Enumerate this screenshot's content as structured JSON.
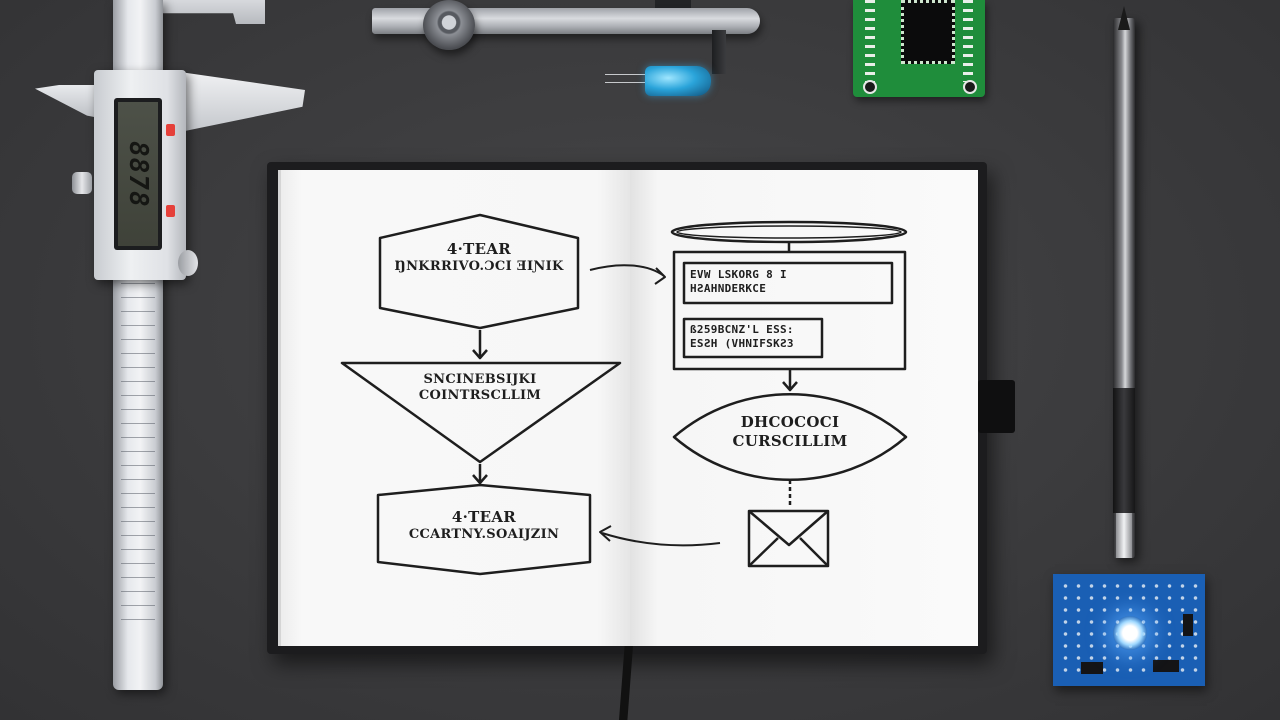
{
  "scene": {
    "background_color": "#3a3a3c",
    "description": "Open notebook with hand-drawn flowchart on dark desk surrounded by engineering tools"
  },
  "objects": {
    "caliper": {
      "lcd_reading": "8878"
    },
    "compass": {},
    "led": {
      "color": "#2aa4da"
    },
    "green_pcb": {
      "color": "#1f8d3b"
    },
    "pen": {},
    "blue_pcb": {
      "color": "#1a5fb4",
      "led_color": "#9fd8ff"
    }
  },
  "notebook": {
    "left_page": {
      "hexagon_top": {
        "line1": "4·TEAR",
        "line2": "ŊNKRRIVO.ƆCI ƎIƝIK"
      },
      "triangle": {
        "line1": "SNCINEBSIJKI",
        "line2": "COINTRSCLLIM"
      },
      "hexagon_bottom": {
        "line1": "4·TEAR",
        "line2": "CCARTNY.SOAIJZIN"
      }
    },
    "right_page": {
      "cylinder_top": {},
      "panel_box1": {
        "line1": "EVW LSKORG  8 I",
        "line2": "HƧAHNDERKCE"
      },
      "panel_box2": {
        "line1": "ß259BCNZ'L ESS:",
        "line2": "ESƧH (VHNIFSKƧ3"
      },
      "ellipse": {
        "line1": "DHCOCOCI",
        "line2": "CURSCILLIM"
      },
      "envelope": {
        "icon": "envelope-icon"
      }
    }
  }
}
